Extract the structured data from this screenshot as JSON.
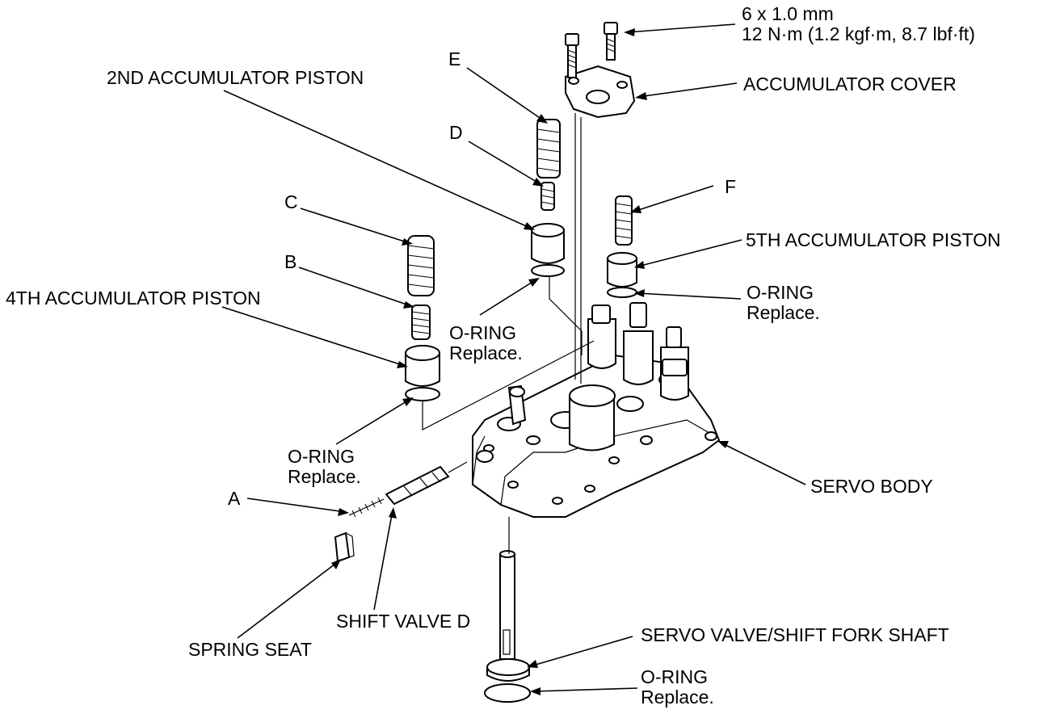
{
  "labels": {
    "bolt_spec_line1": "6 x 1.0 mm",
    "bolt_spec_line2": "12 N·m (1.2 kgf·m, 8.7 lbf·ft)",
    "accumulator_cover": "ACCUMULATOR COVER",
    "second_accumulator_piston": "2ND ACCUMULATOR PISTON",
    "e": "E",
    "d": "D",
    "c": "C",
    "b": "B",
    "f": "F",
    "fifth_accumulator_piston": "5TH ACCUMULATOR PISTON",
    "fourth_accumulator_piston": "4TH ACCUMULATOR PISTON",
    "oring_right_line1": "O-RING",
    "oring_right_line2": "Replace.",
    "oring_center_line1": "O-RING",
    "oring_center_line2": "Replace.",
    "oring_left_line1": "O-RING",
    "oring_left_line2": "Replace.",
    "servo_body": "SERVO BODY",
    "a": "A",
    "shift_valve_d": "SHIFT VALVE D",
    "spring_seat": "SPRING SEAT",
    "servo_valve_shift_fork_shaft": "SERVO VALVE/SHIFT FORK SHAFT",
    "oring_bottom_line1": "O-RING",
    "oring_bottom_line2": "Replace."
  }
}
